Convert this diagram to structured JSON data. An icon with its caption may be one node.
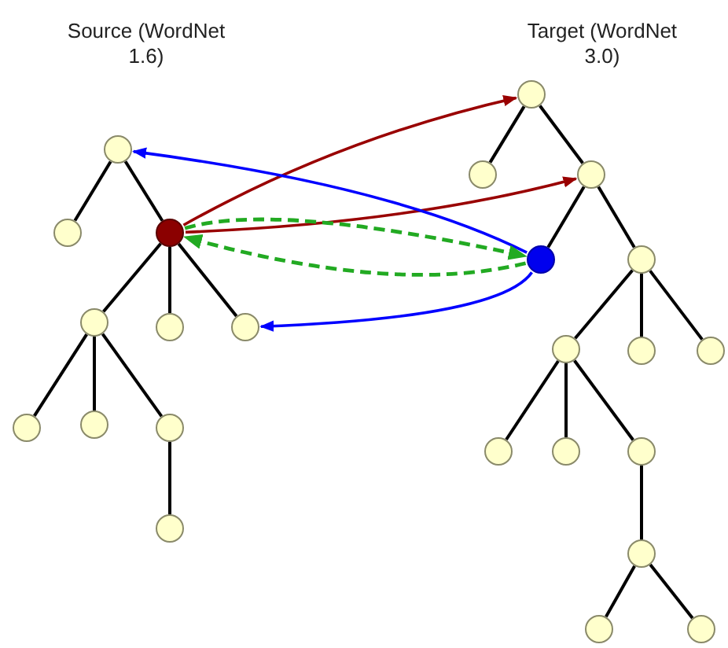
{
  "diagram": {
    "nodes": [
      {
        "text": [],
        "shape": "circle"
      },
      {
        "text": [],
        "shape": "circle"
      },
      {
        "text": [],
        "shape": "circle"
      },
      {
        "text": [],
        "shape": "circle"
      },
      {
        "text": [],
        "shape": "circle"
      },
      {
        "text": [],
        "shape": "circle"
      },
      {
        "text": [],
        "shape": "circle"
      },
      {
        "text": [],
        "shape": "circle"
      },
      {
        "text": [],
        "shape": "circle"
      },
      {
        "text": [],
        "shape": "circle"
      },
      {
        "text": [],
        "shape": "circle"
      },
      {
        "text": [],
        "shape": "circle"
      },
      {
        "text": [],
        "shape": "circle"
      },
      {
        "text": [],
        "shape": "circle"
      },
      {
        "text": [],
        "shape": "circle"
      },
      {
        "text": [],
        "shape": "circle"
      },
      {
        "text": [],
        "shape": "circle"
      },
      {
        "text": [],
        "shape": "circle"
      },
      {
        "text": [],
        "shape": "circle"
      },
      {
        "text": [],
        "shape": "circle"
      },
      {
        "text": [],
        "shape": "circle"
      },
      {
        "text": [],
        "shape": "circle"
      },
      {
        "text": [],
        "shape": "circle"
      },
      {
        "text": [],
        "shape": "circle"
      }
    ],
    "edges": [
      {
        "from": 0,
        "to": 1,
        "arrow": "none"
      },
      {
        "from": 0,
        "to": 2,
        "arrow": "none"
      },
      {
        "from": 2,
        "to": 3,
        "arrow": "none"
      },
      {
        "from": 2,
        "to": 4,
        "arrow": "none"
      },
      {
        "from": 2,
        "to": 5,
        "arrow": "none"
      },
      {
        "from": 3,
        "to": 6,
        "arrow": "none"
      },
      {
        "from": 3,
        "to": 7,
        "arrow": "none"
      },
      {
        "from": 3,
        "to": 8,
        "arrow": "none"
      },
      {
        "from": 8,
        "to": 9,
        "arrow": "none"
      },
      {
        "from": 10,
        "to": 11,
        "arrow": "none"
      },
      {
        "from": 10,
        "to": 12,
        "arrow": "none"
      },
      {
        "from": 12,
        "to": 13,
        "arrow": "none"
      },
      {
        "from": 12,
        "to": 14,
        "arrow": "none"
      },
      {
        "from": 14,
        "to": 15,
        "arrow": "none"
      },
      {
        "from": 14,
        "to": 16,
        "arrow": "none"
      },
      {
        "from": 14,
        "to": 17,
        "arrow": "none"
      },
      {
        "from": 15,
        "to": 18,
        "arrow": "none"
      },
      {
        "from": 15,
        "to": 19,
        "arrow": "none"
      },
      {
        "from": 15,
        "to": 20,
        "arrow": "none"
      },
      {
        "from": 20,
        "to": 21,
        "arrow": "none"
      },
      {
        "from": 21,
        "to": 22,
        "arrow": "none"
      },
      {
        "from": 21,
        "to": 23,
        "arrow": "none"
      },
      {
        "from": 2,
        "to": 10,
        "arrow": "to",
        "color": "#990000"
      },
      {
        "from": 2,
        "to": 12,
        "arrow": "to",
        "color": "#990000"
      },
      {
        "from": 13,
        "to": 0,
        "arrow": "to",
        "color": "#0000ff"
      },
      {
        "from": 13,
        "to": 5,
        "arrow": "to",
        "color": "#0000ff"
      },
      {
        "from": 2,
        "to": 13,
        "arrow": "to",
        "style": "dashed",
        "color": "#22aa22"
      },
      {
        "from": 13,
        "to": 2,
        "arrow": "to",
        "style": "dashed",
        "color": "#22aa22"
      }
    ],
    "labels": [
      "Source (WordNet 1.6)",
      "Target (WordNet 3.0)"
    ]
  }
}
